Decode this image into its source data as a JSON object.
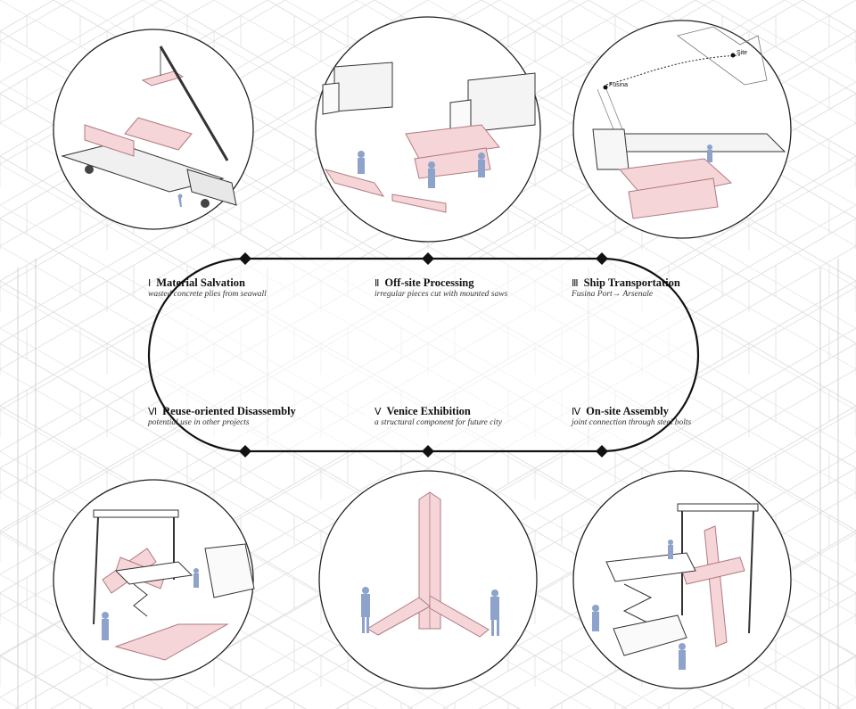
{
  "colors": {
    "accent_pink": "#f5d5d8",
    "pink_stroke": "#b07a80",
    "figure_blue": "#8ea3cc",
    "line": "#222222",
    "background_lines": "#d6d6d6"
  },
  "stages": [
    {
      "numeral": "Ⅰ",
      "title": "Material Salvation",
      "subtitle": "wasted concrete plies from seawall"
    },
    {
      "numeral": "Ⅱ",
      "title": "Off-site Processing",
      "subtitle": "irregular pieces cut with mounted saws"
    },
    {
      "numeral": "Ⅲ",
      "title": "Ship Transportation",
      "subtitle": "Fusina Port→ Arsenale"
    },
    {
      "numeral": "Ⅳ",
      "title": "On-site Assembly",
      "subtitle": "joint connection through steel bolts"
    },
    {
      "numeral": "Ⅴ",
      "title": "Venice Exhibition",
      "subtitle": "a structural component for future city"
    },
    {
      "numeral": "Ⅵ",
      "title": "Reuse-oriented Disassembly",
      "subtitle": "potential use in other projects"
    }
  ],
  "map_labels": {
    "start": "Fusina",
    "end": "Site"
  },
  "icons": {
    "stage_1": "crane-truck-icon",
    "stage_2": "trucks-and-saws-icon",
    "stage_3": "ship-route-icon",
    "stage_4": "gantry-assembly-icon",
    "stage_5": "exhibition-sculpture-icon",
    "stage_6": "gantry-disassembly-icon"
  }
}
